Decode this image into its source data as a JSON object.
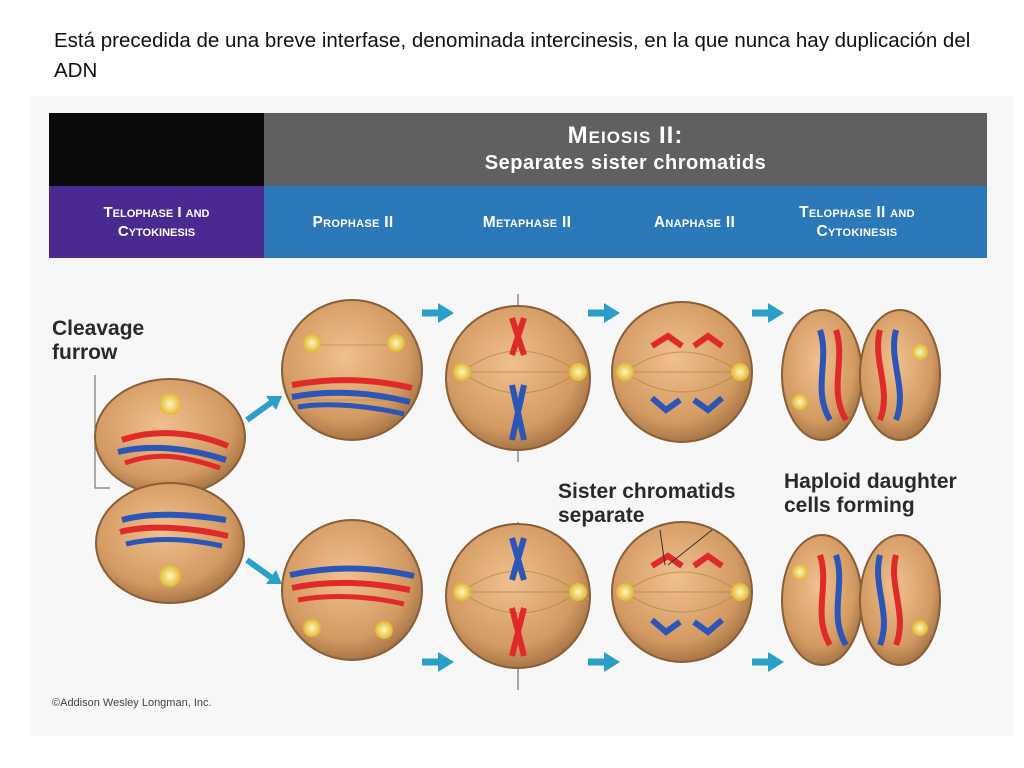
{
  "caption": "Está precedida de una breve interfase, denominada intercinesis, en la que nunca hay duplicación del ADN",
  "header": {
    "title": "Meiosis II:",
    "subtitle": "Separates sister chromatids",
    "first_column": "Telophase I and Cytokinesis",
    "phases": [
      "Prophase II",
      "Metaphase II",
      "Anaphase II",
      "Telophase II and Cytokinesis"
    ]
  },
  "labels": {
    "cleavage_furrow": "Cleavage furrow",
    "sister_chromatids": "Sister chromatids separate",
    "haploid": "Haploid daughter cells forming"
  },
  "credit": "©Addison Wesley Longman, Inc.",
  "colors": {
    "header_black": "#0b0b0b",
    "header_grey": "#5f6061",
    "header_purple": "#4a2a90",
    "header_blue": "#2b79b8",
    "arrow": "#2aa0c8",
    "cell_fill": "#d9a069",
    "chromatid_red": "#e02a2a",
    "chromatid_blue": "#2c55b8"
  }
}
